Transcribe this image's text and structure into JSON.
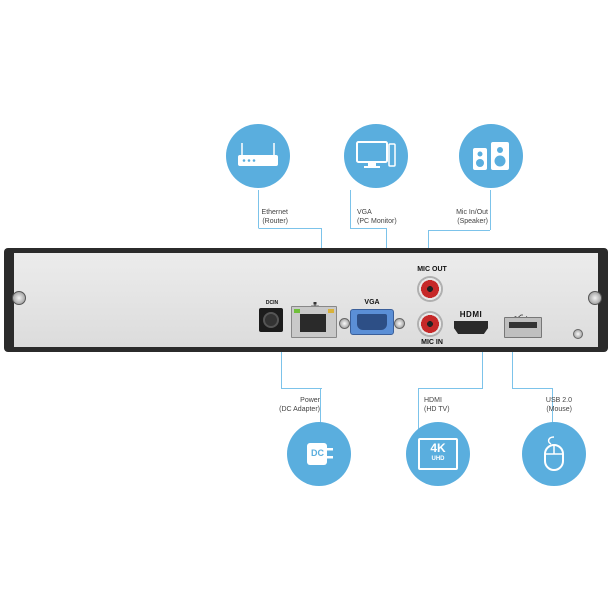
{
  "device": {
    "panel_labels": {
      "dcin": "DCIN",
      "vga": "VGA",
      "mic_out": "MIC OUT",
      "mic_in": "MIC IN",
      "hdmi": "HDMI"
    }
  },
  "callouts": {
    "ethernet": {
      "line1": "Ethernet",
      "line2": "(Router)"
    },
    "vga": {
      "line1": "VGA",
      "line2": "(PC Monitor)"
    },
    "mic": {
      "line1": "Mic In/Out",
      "line2": "(Speaker)"
    },
    "power": {
      "line1": "Power",
      "line2": "(DC Adapter)",
      "icon_text": "DC"
    },
    "hdmi": {
      "line1": "HDMI",
      "line2": "(HD TV)",
      "icon_text_big": "4K",
      "icon_text_small": "UHD"
    },
    "usb": {
      "line1": "USB 2.0",
      "line2": "(Mouse)"
    }
  },
  "colors": {
    "accent": "#5aaede",
    "line": "#7cc3ea",
    "panel": "#e6e6e6",
    "frame": "#2a2a2a"
  },
  "icons": [
    "router-icon",
    "monitor-icon",
    "speaker-icon",
    "dc-adapter-icon",
    "4k-tv-icon",
    "mouse-icon",
    "network-symbol-icon",
    "usb-symbol-icon"
  ]
}
